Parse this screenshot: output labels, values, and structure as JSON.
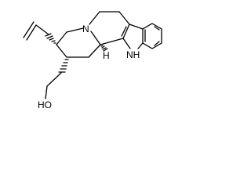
{
  "atoms": {
    "N": "N",
    "NH": "NH",
    "H": "H",
    "OH": "HO"
  },
  "colors": {
    "bond": "#000000",
    "background": "#ffffff"
  }
}
